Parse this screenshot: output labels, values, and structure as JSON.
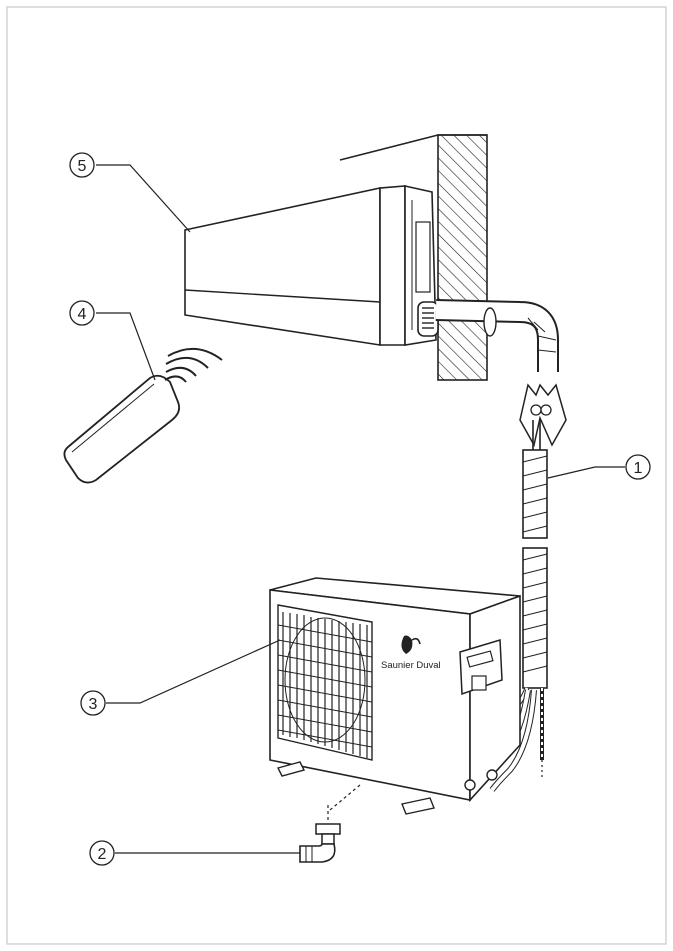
{
  "diagram": {
    "brand_label": "Saunier Duval",
    "callouts": [
      {
        "id": "callout-1",
        "number": "1"
      },
      {
        "id": "callout-2",
        "number": "2"
      },
      {
        "id": "callout-3",
        "number": "3"
      },
      {
        "id": "callout-4",
        "number": "4"
      },
      {
        "id": "callout-5",
        "number": "5"
      }
    ],
    "icons": {
      "indoor_unit": "split-ac-indoor-unit",
      "outdoor_unit": "ac-outdoor-unit",
      "remote": "remote-control",
      "pipe": "refrigerant-pipe",
      "drain": "drain-elbow",
      "logo": "saunier-duval-logo"
    }
  }
}
